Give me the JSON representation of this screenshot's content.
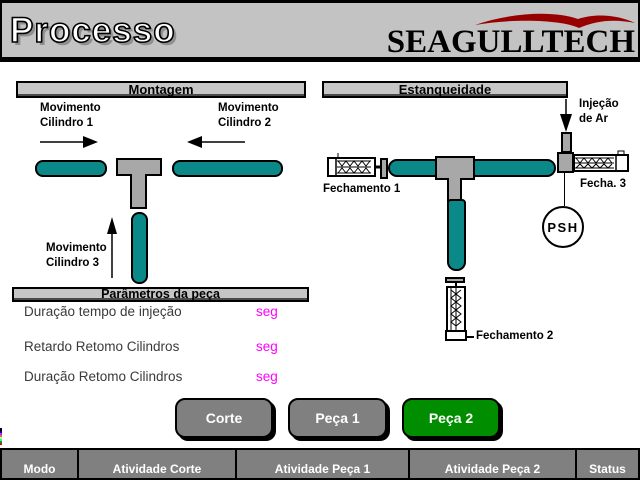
{
  "colors": {
    "background": "#ffffff",
    "header_bg": "#c3c3c3",
    "section_bar_bg": "#c6c6c6",
    "tube_teal": "#0b8989",
    "part_gray": "#a8a8a8",
    "footer_cell_gray": "#808080",
    "button_gray": "#808080",
    "button_green": "#008e00",
    "unit_magenta": "#ff00ff",
    "logo_red": "#980000"
  },
  "header": {
    "title": "Processo",
    "logo_text": "SEAGULLTECH"
  },
  "montagem": {
    "title": "Montagem",
    "cylinder1_label": "Movimento\nCilindro 1",
    "cylinder2_label": "Movimento\nCilindro 2",
    "cylinder3_label": "Movimento\nCilindro 3"
  },
  "estanqueidade": {
    "title": "Estanqueidade",
    "air_injection_label": "Injeção\nde Ar",
    "fechamento1_label": "Fechamento 1",
    "fecha3_label": "Fecha. 3",
    "psh_label": "PSH",
    "fechamento2_label": "Fechamento 2"
  },
  "parametros": {
    "title": "Parâmetros da peça",
    "rows": [
      {
        "label": "Duração tempo de injeção",
        "unit": "seg"
      },
      {
        "label": "Retardo Retomo Cilindros",
        "unit": "seg"
      },
      {
        "label": "Duração Retomo Cilindros",
        "unit": "seg"
      }
    ]
  },
  "action_buttons": [
    {
      "label": "Corte",
      "color": "#808080"
    },
    {
      "label": "Peça 1",
      "color": "#808080"
    },
    {
      "label": "Peça 2",
      "color": "#008e00"
    }
  ],
  "footer": {
    "cells": [
      "Modo",
      "Atividade Corte",
      "Atividade Peça 1",
      "Atividade Peça 2",
      "Status"
    ]
  }
}
